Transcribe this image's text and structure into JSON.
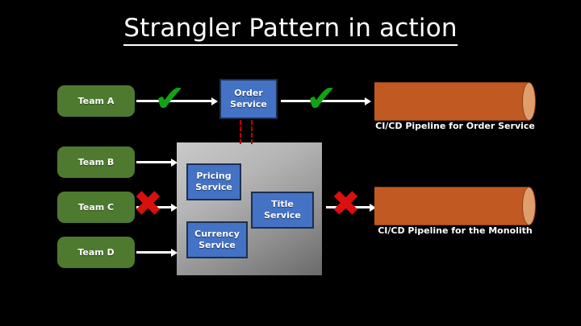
{
  "slide": {
    "title": "Strangler Pattern in action",
    "background_color": "#000000"
  },
  "colors": {
    "team_green": "#4e7a2f",
    "service_blue": "#4472C4",
    "monolith_gray": "#b4b4b4",
    "pipeline_orange": "#C05A22",
    "pipeline_cap": "#E09E6E",
    "check_green": "#12a312",
    "x_red": "#d81010",
    "dashed_red": "#c00000",
    "text_white": "#ffffff"
  },
  "teams": [
    {
      "label": "Team A"
    },
    {
      "label": "Team B"
    },
    {
      "label": "Team C"
    },
    {
      "label": "Team D"
    }
  ],
  "services": {
    "order": {
      "line1": "Order",
      "line2": "Service"
    },
    "pricing": {
      "line1": "Pricing",
      "line2": "Service"
    },
    "title": {
      "line1": "Title",
      "line2": "Service"
    },
    "currency": {
      "line1": "Currency",
      "line2": "Service"
    }
  },
  "pipelines": [
    {
      "label": "CI/CD Pipeline for Order Service"
    },
    {
      "label": "CI/CD Pipeline for the Monolith"
    }
  ],
  "marks": {
    "check_glyph": "✔",
    "x_glyph": "✖",
    "check_a_to_order": "✔",
    "check_order_to_pipeline": "✔",
    "x_team_c_to_monolith": "✖",
    "x_monolith_to_pipeline": "✖"
  }
}
